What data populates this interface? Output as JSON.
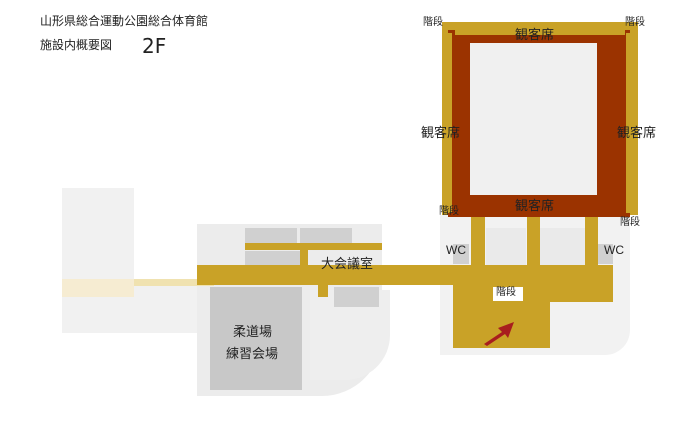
{
  "header": {
    "facility_name": "山形県総合運動公園総合体育館",
    "map_title": "施設内概要図",
    "floor": "2F"
  },
  "labels": {
    "seats_top": "観客席",
    "seats_left": "観客席",
    "seats_right": "観客席",
    "seats_bottom": "観客席",
    "stairs_top_left": "階段",
    "stairs_top_right": "階段",
    "stairs_bottom_left": "階段",
    "stairs_bottom_right": "階段",
    "stairs_center": "階段",
    "wc_left": "WC",
    "wc_right": "WC",
    "conference": "大会議室",
    "judo_line1": "柔道場",
    "judo_line2": "練習会場"
  },
  "colors": {
    "seating": "#9b3300",
    "corridor": "#c9a227",
    "arena": "#f0f0f0",
    "room": "#c8c8c8",
    "arrow": "#a81e1e"
  },
  "icons": {
    "location_marker": "arrow-icon"
  }
}
